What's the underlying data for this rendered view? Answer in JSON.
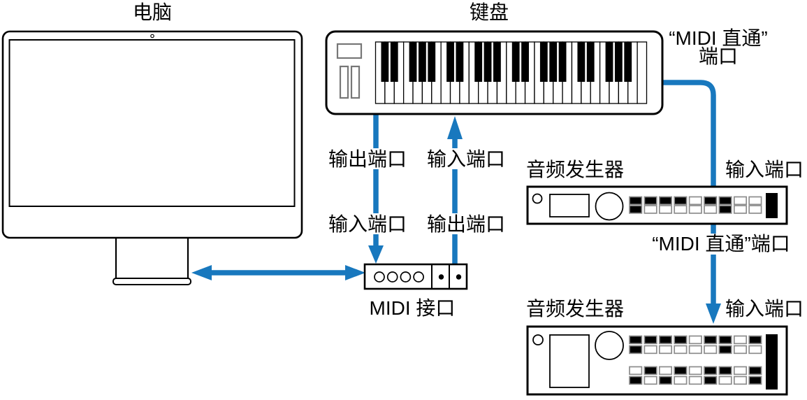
{
  "colors": {
    "connector": "#1878be",
    "outline": "#000000",
    "led_border": "#8c8c8c"
  },
  "computer": {
    "label": "电脑"
  },
  "keyboard": {
    "label": "键盘",
    "piano": {
      "white_keys": 29,
      "black_pattern": [
        0,
        1,
        3,
        4,
        5
      ]
    }
  },
  "connections": {
    "thru_top_line1": "“MIDI 直通”",
    "thru_top_line2": "端口",
    "keyboard_out_label": "输出端口",
    "keyboard_in_label": "输入端口",
    "interface_in_label": "输入端口",
    "interface_out_label": "输出端口",
    "thru_mid_label": "“MIDI 直通”端口"
  },
  "midi_interface": {
    "label": "MIDI 接口",
    "circles": 4,
    "dots": 2
  },
  "generators": [
    {
      "label": "音频发生器",
      "port_label": "输入端口",
      "led_groups": [
        {
          "rows": [
            [
              1,
              1,
              1,
              1,
              0,
              1,
              1,
              0,
              0
            ],
            [
              1,
              0,
              0,
              0,
              0,
              0,
              1,
              0,
              0
            ]
          ]
        }
      ]
    },
    {
      "label": "音频发生器",
      "port_label": "输入端口",
      "led_groups": [
        {
          "rows": [
            [
              1,
              1,
              1,
              1,
              0,
              1,
              1,
              0,
              1
            ],
            [
              1,
              0,
              0,
              0,
              0,
              0,
              1,
              0,
              0
            ]
          ]
        },
        {
          "rows": [
            [
              0,
              1,
              0,
              1,
              0,
              1,
              1,
              0,
              1
            ],
            [
              1,
              0,
              1,
              0,
              0,
              1,
              0,
              0,
              1
            ]
          ]
        }
      ]
    }
  ]
}
